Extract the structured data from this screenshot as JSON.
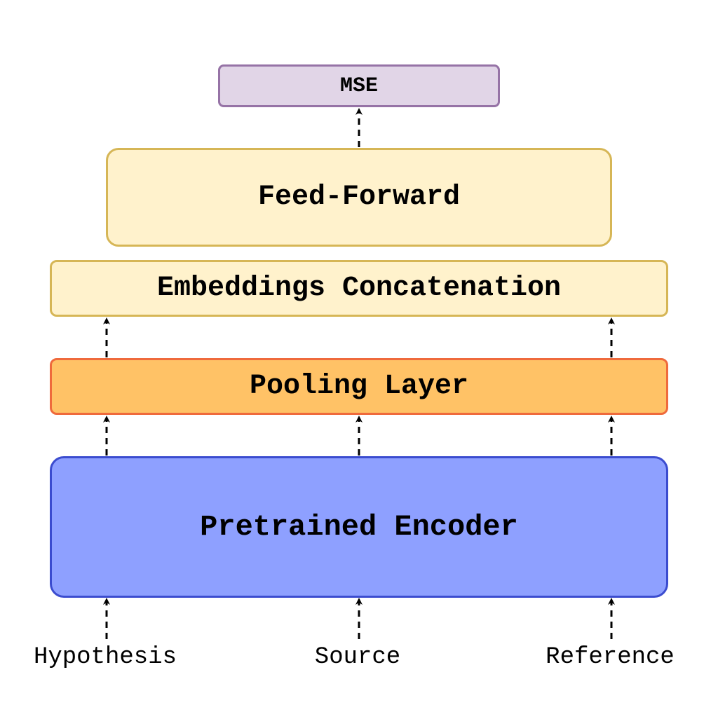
{
  "diagram": {
    "title": "",
    "boxes": {
      "mse": "MSE",
      "feed_forward": "Feed-Forward",
      "embeddings_concatenation": "Embeddings Concatenation",
      "pooling_layer": "Pooling Layer",
      "pretrained_encoder": "Pretrained Encoder"
    },
    "inputs": {
      "hypothesis": "Hypothesis",
      "source": "Source",
      "reference": "Reference"
    },
    "colors": {
      "mse_fill": "#e1d5e7",
      "mse_border": "#9673a6",
      "feed_forward_fill": "#fff2cc",
      "feed_forward_border": "#d6b656",
      "pooling_fill": "#ffc266",
      "pooling_border": "#ef6a3c",
      "encoder_fill": "#8ea0ff",
      "encoder_border": "#3b4ccf",
      "arrow": "#000000"
    },
    "connections": [
      {
        "from": "input-hypothesis",
        "to": "pretrained-encoder",
        "style": "dashed-arrow"
      },
      {
        "from": "input-source",
        "to": "pretrained-encoder",
        "style": "dashed-arrow"
      },
      {
        "from": "input-reference",
        "to": "pretrained-encoder",
        "style": "dashed-arrow"
      },
      {
        "from": "pretrained-encoder",
        "to": "pooling-layer",
        "style": "dashed-arrow",
        "count": 3
      },
      {
        "from": "pooling-layer",
        "to": "embeddings-concatenation",
        "style": "dashed-arrow",
        "count": 2
      },
      {
        "from": "feed-forward",
        "to": "mse",
        "style": "dashed-arrow"
      }
    ]
  }
}
